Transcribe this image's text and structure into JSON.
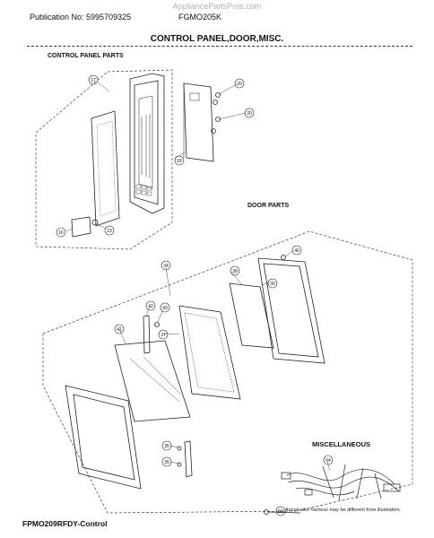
{
  "header": {
    "watermark": "AppliancePartsPros.com",
    "publication": "Publication No: 5995709325",
    "model": "FGMO205K",
    "title": "CONTROL PANEL,DOOR,MISC."
  },
  "sections": {
    "control_panel": "CONTROL PANEL PARTS",
    "door": "DOOR PARTS",
    "misc": "MISCELLANEOUS"
  },
  "callouts": {
    "c17": "17",
    "c20a": "20",
    "c20b": "20",
    "c18": "18",
    "c16": "16",
    "c19": "19",
    "c40": "40",
    "c34": "34",
    "c38": "38",
    "c39": "39",
    "c42": "42",
    "c43": "43",
    "c37": "37",
    "c41": "41",
    "c35": "35",
    "c36": "36",
    "c64": "64",
    "c50": "50"
  },
  "harness_note": "Actual wire harness may be different from illustration.",
  "footer": "FPMO209RFDY-Control"
}
